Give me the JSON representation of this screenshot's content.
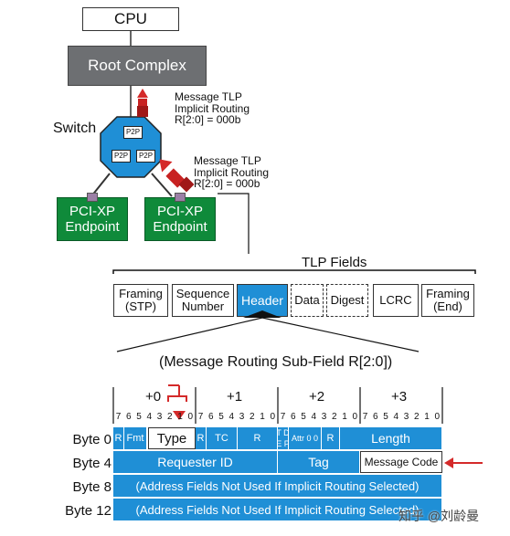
{
  "top": {
    "cpu": "CPU",
    "root_complex": "Root Complex",
    "switch": "Switch",
    "p2p": [
      "P2P",
      "P2P",
      "P2P"
    ],
    "endpoint_left": [
      "PCI-XP",
      "Endpoint"
    ],
    "endpoint_right": [
      "PCI-XP",
      "Endpoint"
    ],
    "msg_upper": [
      "Message TLP",
      "Implicit Routing",
      "R[2:0] = 000b"
    ],
    "msg_lower": [
      "Message TLP",
      "Implicit Routing",
      "R[2:0] = 000b"
    ]
  },
  "tlp": {
    "title": "TLP Fields",
    "fields": [
      [
        "Framing",
        "(STP)"
      ],
      [
        "Sequence",
        "Number"
      ],
      [
        "Header"
      ],
      [
        "Data"
      ],
      [
        "Digest"
      ],
      [
        "LCRC"
      ],
      [
        "Framing",
        "(End)"
      ]
    ]
  },
  "header": {
    "subtitle": "(Message Routing Sub-Field R[2:0])",
    "byte_offsets": [
      "+0",
      "+1",
      "+2",
      "+3"
    ],
    "bits": [
      "7",
      "6",
      "5",
      "4",
      "3",
      "2",
      "1",
      "0"
    ],
    "byte_labels": [
      "Byte 0",
      "Byte 4",
      "Byte 8",
      "Byte 12"
    ],
    "row0": [
      "R",
      "Fmt",
      "Type",
      "R",
      "TC",
      "R",
      "T D",
      "E P",
      "Attr 0 0",
      "R",
      "Length"
    ],
    "row1": [
      "Requester ID",
      "Tag",
      "Message Code"
    ],
    "row2": "(Address Fields Not Used If Implicit Routing Selected)",
    "row3": "(Address Fields Not Used If Implicit Routing Selected)"
  },
  "watermark": "知乎 @刘龄曼",
  "colors": {
    "blue": "#1f8fd6",
    "green": "#0f8a3a",
    "gray": "#6d6f72",
    "red": "#d42a2a"
  }
}
